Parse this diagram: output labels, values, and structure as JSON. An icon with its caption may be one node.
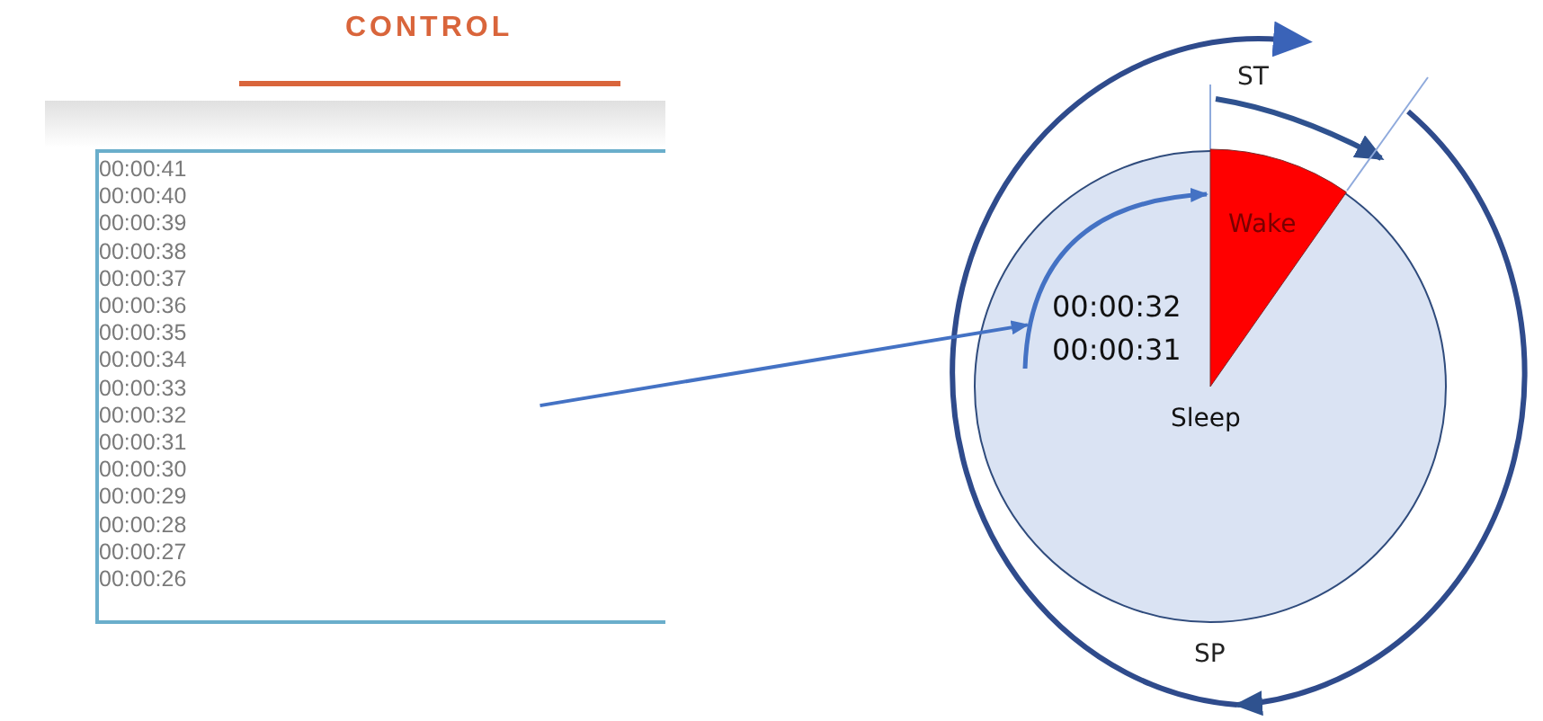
{
  "diagram": {
    "nodes": [
      {
        "text": [
          "00:00:41",
          "00:00:40",
          "00:00:39",
          "00:00:38",
          "00:00:37",
          "00:00:36",
          "00:00:35",
          "00:00:34",
          "00:00:33",
          "00:00:32",
          "00:00:31",
          "00:00:30",
          "00:00:29",
          "00:00:28",
          "00:00:27",
          "00:00:26"
        ]
      },
      {
        "text": [
          "00:00:32",
          "00:00:31",
          "Sleep"
        ]
      },
      {
        "text": [
          "Wake"
        ],
        "in": 1
      }
    ],
    "edges": [
      {
        "from": 0,
        "to": 1,
        "arrow": "to"
      }
    ],
    "labels": [
      "CONTROL",
      "ST",
      "SP"
    ]
  }
}
